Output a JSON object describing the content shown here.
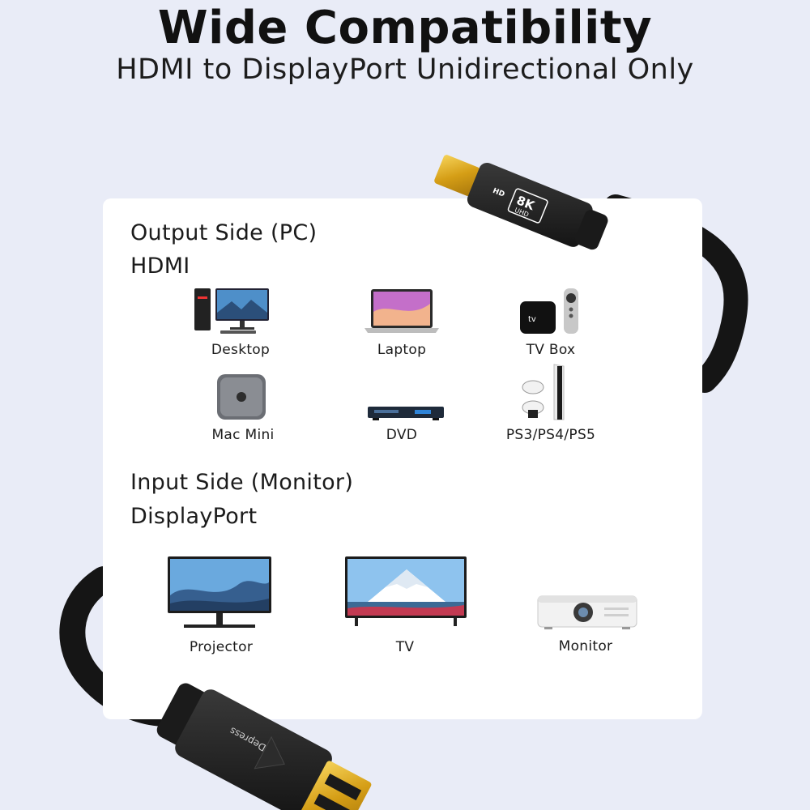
{
  "header": {
    "title": "Wide Compatibility",
    "subtitle": "HDMI to DisplayPort Unidirectional Only"
  },
  "cable": {
    "hdmi_badge": "HD",
    "hdmi_badge_main": "8K",
    "hdmi_badge_sub": "UHD",
    "dp_brand": "Depress",
    "connector_color": "#d8a520",
    "cable_color": "#161616"
  },
  "output": {
    "heading": "Output Side (PC)",
    "port": "HDMI",
    "devices": [
      {
        "label": "Desktop",
        "icon": "desktop-icon"
      },
      {
        "label": "Laptop",
        "icon": "laptop-icon"
      },
      {
        "label": "TV Box",
        "icon": "tv-box-icon"
      },
      {
        "label": "Mac Mini",
        "icon": "mac-mini-icon"
      },
      {
        "label": "DVD",
        "icon": "dvd-player-icon"
      },
      {
        "label": "PS3/PS4/PS5",
        "icon": "game-console-icon"
      }
    ]
  },
  "input": {
    "heading": "Input Side (Monitor)",
    "port": "DisplayPort",
    "devices": [
      {
        "label": "Projector",
        "icon": "monitor-icon"
      },
      {
        "label": "TV",
        "icon": "tv-icon"
      },
      {
        "label": "Monitor",
        "icon": "projector-icon"
      }
    ]
  }
}
